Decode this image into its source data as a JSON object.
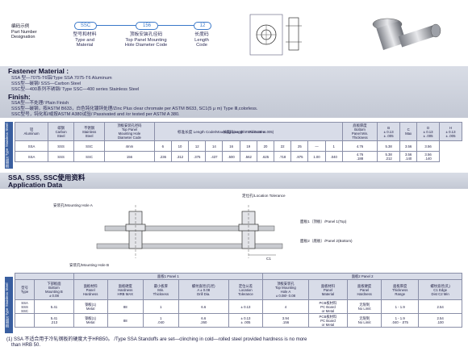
{
  "pn_section": {
    "cn_label": "编码示例",
    "en_label_1": "Part Number",
    "en_label_2": "Designation",
    "codes": [
      "SSC",
      "156",
      "12"
    ],
    "code_desc": [
      {
        "cn": "型号和材料",
        "en1": "Type and",
        "en2": "Material"
      },
      {
        "cn": "顶板安装孔径码",
        "en1": "Top Panel Mounting",
        "en2": "Hole Diameter Code"
      },
      {
        "cn": "长度码",
        "en1": "Length",
        "en2": "Code"
      }
    ]
  },
  "material": {
    "title": "Fastener  Material :",
    "lines": [
      "SSA 型—7075-T6铝/Type SSA 7075-T6 Aluminum",
      "SSS型—碳钢/ SSS—Carbon Steel",
      "SSC型—400系列不锈钢/ Type SSC—400 series Stainless Steel"
    ]
  },
  "finish": {
    "title": "Finish:",
    "lines": [
      "SSA型—不处理/ Plain Finish",
      "SSS型—碳钢，按ASTM B633，白色钝化镀锌处理/Zinc Plus clear chromate per ASTM B633, SC1(5 μ m) Type Ⅲ,colorless.",
      "SSC型号，钝化和/或按ASTM A380试验/ Passivated and /or tested  per ASTM A 380."
    ]
  },
  "spec_table": {
    "side_label": "铆嵌型  Type Stainless Steel",
    "headers": [
      "铝\nAluminum",
      "碳钢\nCarbon\nSteel",
      "不锈钢\nStainless\nSteel",
      "顶板安装孔径码\nTop Panel\nMounting Hole\nDiameter Code",
      "长度码(Length \"L\" ± 0.13/ ± .005)",
      "底板厚度\nBottom\nPanel Min.\nThickness",
      "B\n± 0.13\n± .005",
      "C\nMax",
      "D\n± 0.13\n± .005",
      "H\n± 0.13\n± .005"
    ],
    "length_sub": "标准长度 Length Code/Mounting Length in Millimeters",
    "rows": [
      [
        "SSA",
        "SSS",
        "SSC",
        "4mm",
        "6",
        "10",
        "12",
        "14",
        "16",
        "19",
        "20",
        "22",
        "25",
        "—",
        "1",
        "4.76",
        "5.38",
        "3.56",
        "3.56"
      ],
      [
        "SSA",
        "SSS",
        "SSC",
        "156",
        ".236",
        ".312",
        ".375",
        ".437",
        ".500",
        ".562",
        ".625",
        ".718",
        ".875",
        "1.00",
        ".040",
        "4.76\n.188",
        "5.38\n.212",
        "3.56\n.140",
        "3.56\n.140"
      ]
    ]
  },
  "application": {
    "title_cn": "SSA, SSS, SSC使用资料",
    "title_en": "Application Data",
    "labels": {
      "hole_a": "安装孔/Mounting Hole A",
      "location": "定位孔/Location Tolerance",
      "panel_top": "面板1（顶板）/Panel 1(Top)",
      "panel_bottom": "面板2（底板）/Panel 2(Bottom)",
      "hole_b": "安装孔/Mounting Hole B",
      "c1": "C1"
    }
  },
  "app_table": {
    "group1": "面板1 Panel 1",
    "group2": "面板2 Panel 2",
    "headers": [
      "型号\nType",
      "下部板面\nBottom\nMounting B\n± 0.08",
      "面板材料\nPanel\nHardness",
      "面板硬度\nHardness\nHRB MAX",
      "最小板厚\nMin.\nThickness",
      "螺纹直径(孔径)\nA ± 0.08\nDrill Dia.",
      "定位公差\nLocation\nTolerance",
      "顶板安装孔\nTop Mounting\nHole A\n± 0.08/- 0.08",
      "面板材料\nPanel\nMaterial",
      "面板硬度\nPanel\nHardness",
      "面板厚度\nThickness\nRange",
      "螺纹直径(孔)\nC1 Edge\nDist C2 Min"
    ],
    "rows": [
      [
        "SSA\nSSS\nSSC",
        "5.41",
        "钢板(1)\nMetal",
        "88",
        "1",
        "6.6",
        "± 0.13",
        "4",
        "PCB板材料\nPC Board\nor Metal",
        "无限制\nNo Limit",
        "1 - 1.9",
        "2.54"
      ],
      [
        "",
        "5.41\n.213",
        "钢板(1)\nMetal",
        "88",
        "1\n.040",
        "6.6\n.260",
        "± 0.13\n± .005",
        "3.94\n.156",
        "PCB板材料\nPC Board\nor Metal",
        "无限制\nNo Limit",
        "1 - 1.9\n.040 - .075",
        "2.54\n.100"
      ]
    ]
  },
  "footnote": {
    "line1": "(1) SSA 不适合用于冷轧钢板的硬度大于HRB50。 /Type SSA Standoffs are set—clinching in cold—rolled steel provided hardness is no more",
    "line2": "than HRB 50."
  },
  "colors": {
    "accent": "#3a78c9",
    "band": "#c9cdd8",
    "side": "#3a5fa0"
  },
  "icons": [
    "standoff-fastener-photo",
    "standoff-fastener-drawing",
    "standoff-installed-drawing"
  ]
}
